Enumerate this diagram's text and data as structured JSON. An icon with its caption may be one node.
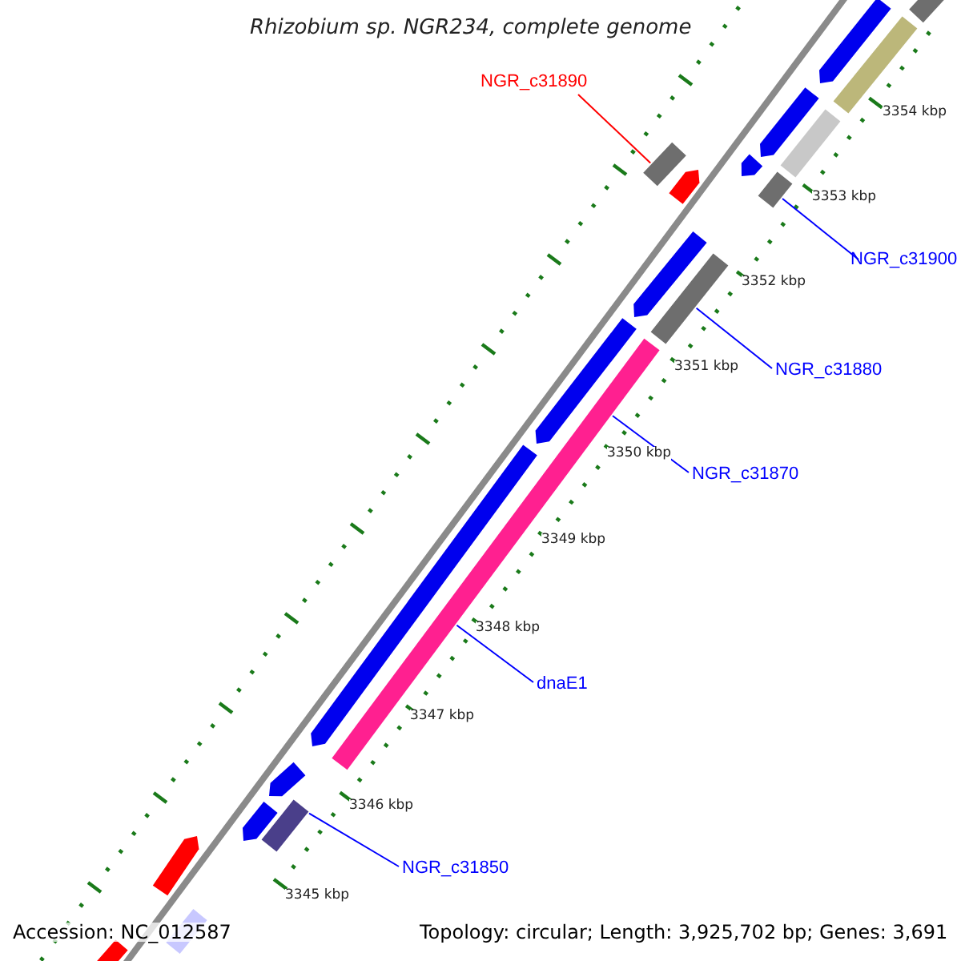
{
  "diagram": {
    "title": "Rhizobium sp. NGR234, complete genome",
    "nodes": [
      {
        "text": [
          "NGR_c31890"
        ]
      },
      {
        "text": [],
        "shape": "bar"
      },
      {
        "text": [
          "NGR_c31900"
        ]
      },
      {
        "text": [],
        "shape": "bar"
      },
      {
        "text": [
          "NGR_c31880"
        ]
      },
      {
        "text": [],
        "shape": "bar"
      },
      {
        "text": [
          "NGR_c31870"
        ]
      },
      {
        "text": [],
        "shape": "bar"
      },
      {
        "text": [
          "dnaE1"
        ]
      },
      {
        "text": [
          "NGR_c31850"
        ]
      },
      {
        "text": [],
        "shape": "bar"
      },
      {
        "text": [],
        "shape": "bar"
      },
      {
        "text": [],
        "shape": "bar"
      },
      {
        "text": [],
        "shape": "bar"
      },
      {
        "text": [],
        "shape": "bar"
      },
      {
        "text": [],
        "shape": "bar"
      },
      {
        "text": [],
        "shape": "bar"
      },
      {
        "text": [],
        "shape": "bar"
      },
      {
        "text": [],
        "shape": "bar"
      },
      {
        "text": [],
        "shape": "bar"
      },
      {
        "text": [],
        "shape": "bar"
      },
      {
        "text": [],
        "shape": "bar"
      },
      {
        "text": [],
        "shape": "bar"
      },
      {
        "text": [],
        "shape": "bar"
      },
      {
        "text": [],
        "shape": "bar"
      },
      {
        "text": [],
        "shape": "bar"
      }
    ],
    "edges": [
      {
        "from": 0,
        "to": 1,
        "arrow": "none",
        "color": "#ff0000"
      },
      {
        "from": 2,
        "to": 3,
        "arrow": "none"
      },
      {
        "from": 4,
        "to": 5,
        "arrow": "none"
      },
      {
        "from": 6,
        "to": 7,
        "arrow": "none"
      },
      {
        "from": 8,
        "to": 7,
        "arrow": "none"
      },
      {
        "from": 9,
        "to": 10,
        "arrow": "none"
      }
    ],
    "labels": [
      "3354 kbp",
      "3353 kbp",
      "3352 kbp",
      "3351 kbp",
      "3350 kbp",
      "3349 kbp",
      "3348 kbp",
      "3347 kbp",
      "3346 kbp",
      "3345 kbp",
      "Accession: NC_012587",
      "Topology: circular; Length: 3,925,702 bp; Genes: 3,691"
    ]
  }
}
